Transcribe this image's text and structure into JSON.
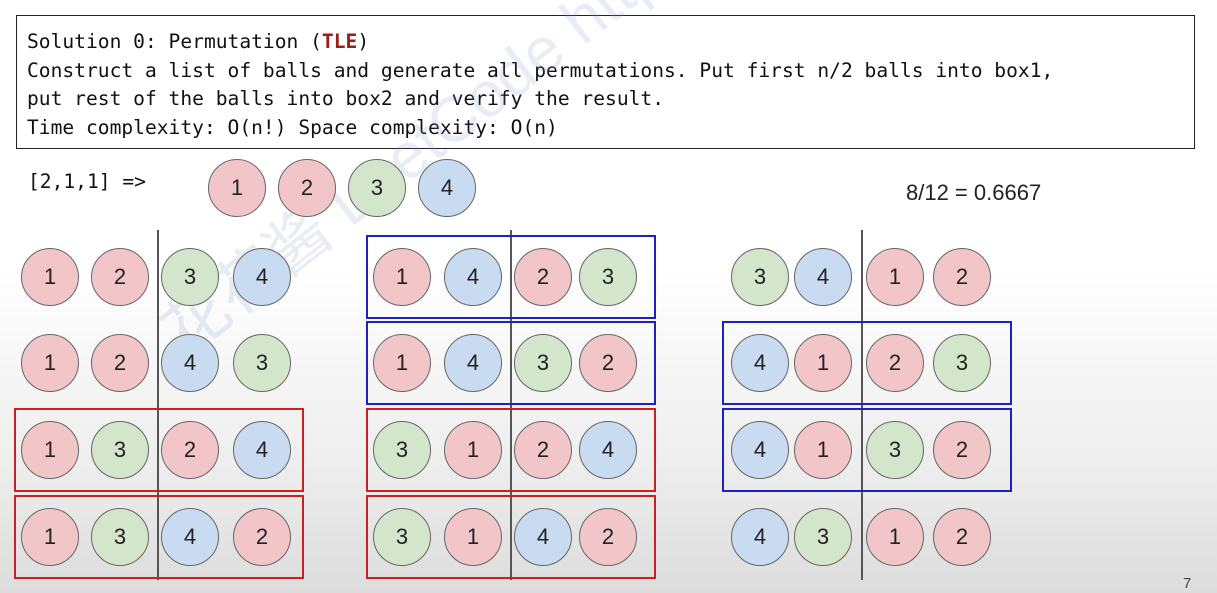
{
  "header": {
    "line1_prefix": "Solution 0: Permutation (",
    "line1_tag": "TLE",
    "line1_suffix": ")",
    "line2": "Construct a list of balls and generate all permutations. Put first n/2 balls into box1,",
    "line3": "put rest of the balls into box2 and verify the result.",
    "line4": "Time complexity: O(n!) Space complexity: O(n)"
  },
  "input_label": "[2,1,1] =>",
  "ratio_text": "8/12 = 0.6667",
  "page_number": "7",
  "watermark": "花花酱 LeetCode https://zxi.mytechroad.com/blog/",
  "colors": {
    "pink": "#f2c6c8",
    "green": "#d3e6cc",
    "blue": "#c9dbf1",
    "red_box": "#cc1f1f",
    "blue_box": "#1f1fc2"
  },
  "legend_balls": [
    {
      "label": "1",
      "color": "pink"
    },
    {
      "label": "2",
      "color": "pink"
    },
    {
      "label": "3",
      "color": "green"
    },
    {
      "label": "4",
      "color": "blue"
    }
  ],
  "permutations": [
    {
      "group": 1,
      "row": 1,
      "balls": [
        "1",
        "2",
        "3",
        "4"
      ],
      "colors": [
        "pink",
        "pink",
        "green",
        "blue"
      ],
      "box": "none"
    },
    {
      "group": 1,
      "row": 2,
      "balls": [
        "1",
        "2",
        "4",
        "3"
      ],
      "colors": [
        "pink",
        "pink",
        "blue",
        "green"
      ],
      "box": "none"
    },
    {
      "group": 1,
      "row": 3,
      "balls": [
        "1",
        "3",
        "2",
        "4"
      ],
      "colors": [
        "pink",
        "green",
        "pink",
        "blue"
      ],
      "box": "red"
    },
    {
      "group": 1,
      "row": 4,
      "balls": [
        "1",
        "3",
        "4",
        "2"
      ],
      "colors": [
        "pink",
        "green",
        "blue",
        "pink"
      ],
      "box": "red"
    },
    {
      "group": 2,
      "row": 1,
      "balls": [
        "1",
        "4",
        "2",
        "3"
      ],
      "colors": [
        "pink",
        "blue",
        "pink",
        "green"
      ],
      "box": "blue"
    },
    {
      "group": 2,
      "row": 2,
      "balls": [
        "1",
        "4",
        "3",
        "2"
      ],
      "colors": [
        "pink",
        "blue",
        "green",
        "pink"
      ],
      "box": "blue"
    },
    {
      "group": 2,
      "row": 3,
      "balls": [
        "3",
        "1",
        "2",
        "4"
      ],
      "colors": [
        "green",
        "pink",
        "pink",
        "blue"
      ],
      "box": "red"
    },
    {
      "group": 2,
      "row": 4,
      "balls": [
        "3",
        "1",
        "4",
        "2"
      ],
      "colors": [
        "green",
        "pink",
        "blue",
        "pink"
      ],
      "box": "red"
    },
    {
      "group": 3,
      "row": 1,
      "balls": [
        "3",
        "4",
        "1",
        "2"
      ],
      "colors": [
        "green",
        "blue",
        "pink",
        "pink"
      ],
      "box": "none"
    },
    {
      "group": 3,
      "row": 2,
      "balls": [
        "4",
        "1",
        "2",
        "3"
      ],
      "colors": [
        "blue",
        "pink",
        "pink",
        "green"
      ],
      "box": "blue"
    },
    {
      "group": 3,
      "row": 3,
      "balls": [
        "4",
        "1",
        "3",
        "2"
      ],
      "colors": [
        "blue",
        "pink",
        "green",
        "pink"
      ],
      "box": "blue"
    },
    {
      "group": 3,
      "row": 4,
      "balls": [
        "4",
        "3",
        "1",
        "2"
      ],
      "colors": [
        "blue",
        "green",
        "pink",
        "pink"
      ],
      "box": "none"
    }
  ]
}
